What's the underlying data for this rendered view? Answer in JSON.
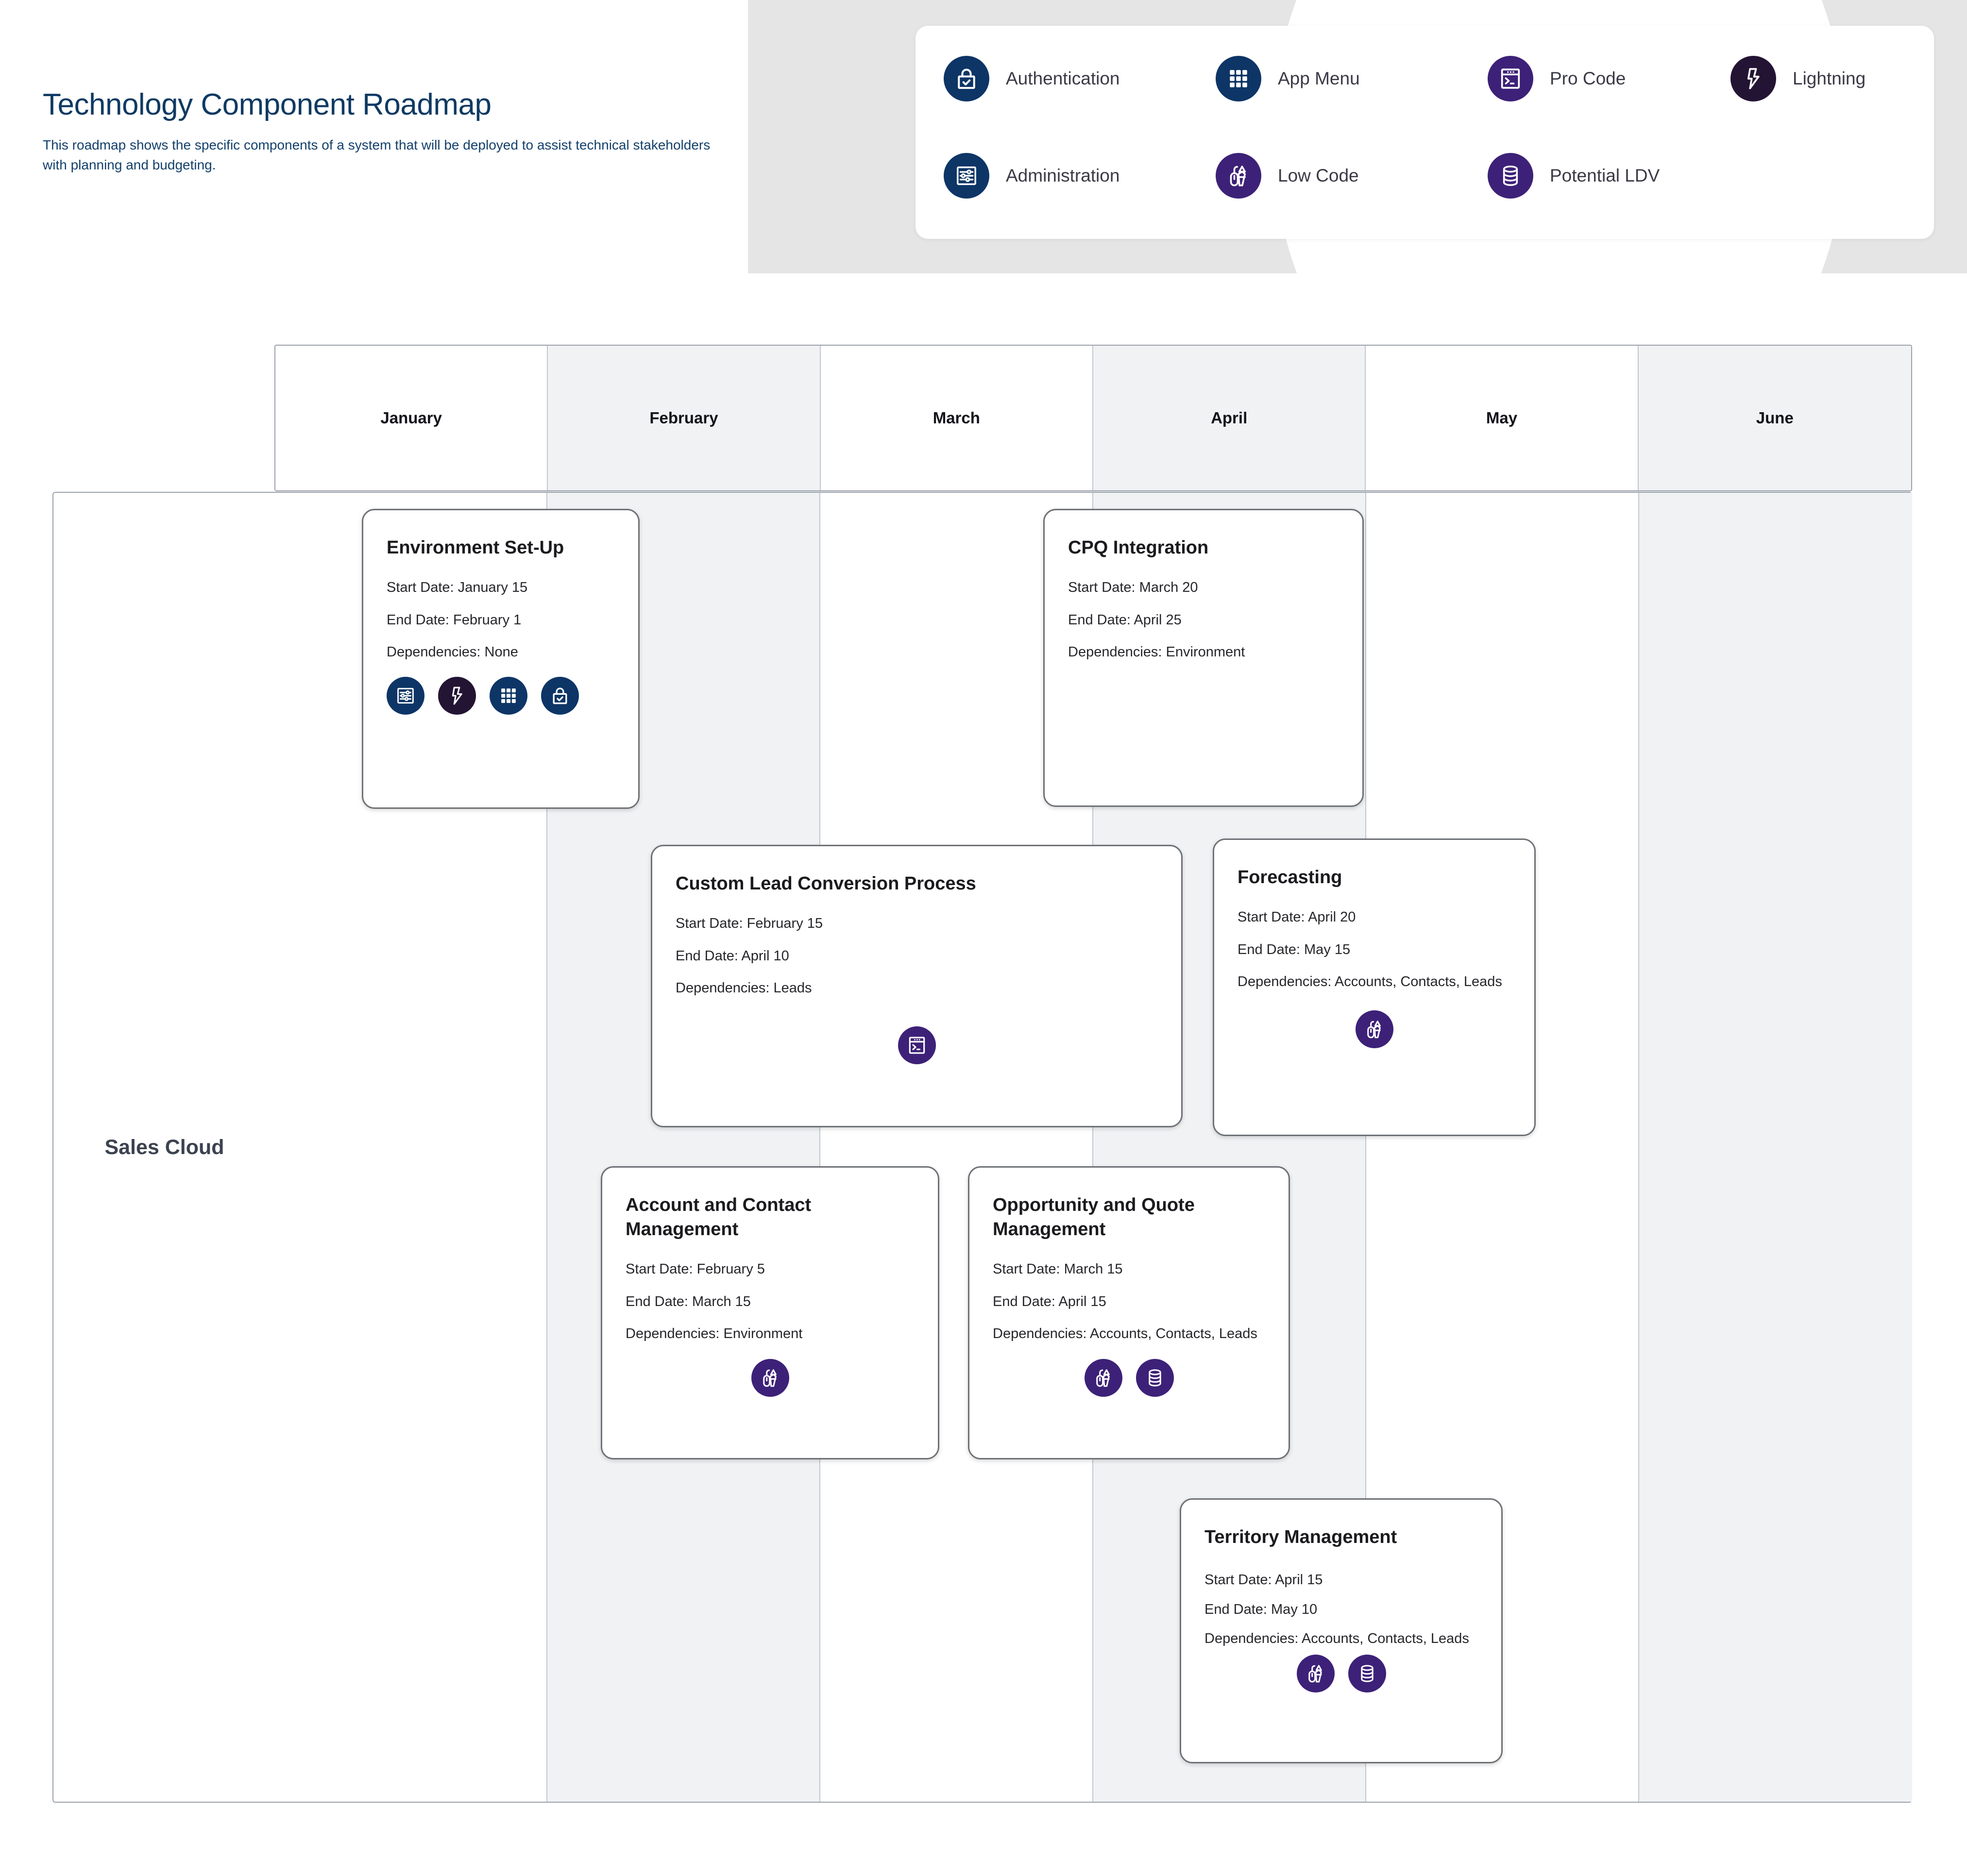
{
  "header": {
    "title": "Technology Component Roadmap",
    "subtitle": "This  roadmap shows the specific components of a system that will be deployed to assist technical stakeholders with planning and budgeting."
  },
  "legend": {
    "items": [
      {
        "label": "Authentication",
        "icon": "lock-check-icon",
        "color": "#0d3566"
      },
      {
        "label": "App Menu",
        "icon": "app-grid-icon",
        "color": "#0d3566"
      },
      {
        "label": "Pro Code",
        "icon": "terminal-icon",
        "color": "#3d2178"
      },
      {
        "label": "Lightning",
        "icon": "lightning-bolt-icon",
        "color": "#241434"
      },
      {
        "label": "Administration",
        "icon": "settings-sliders-icon",
        "color": "#0d3566"
      },
      {
        "label": "Low Code",
        "icon": "mouse-pencil-icon",
        "color": "#3d2178"
      },
      {
        "label": "Potential LDV",
        "icon": "database-icon",
        "color": "#3d2178"
      }
    ]
  },
  "timeline": {
    "months": [
      "January",
      "February",
      "March",
      "April",
      "May",
      "June"
    ],
    "rows": [
      {
        "label": "Sales Cloud"
      }
    ]
  },
  "tasks": [
    {
      "title": "Environment Set-Up",
      "start_date": "Start Date: January 15",
      "end_date": "End Date:  February 1",
      "dependencies": "Dependencies: None",
      "icons": [
        "settings-sliders-icon",
        "lightning-bolt-icon",
        "app-grid-icon",
        "lock-check-icon"
      ]
    },
    {
      "title": "CPQ Integration",
      "start_date": "Start Date: March 20",
      "end_date": "End Date: April 25",
      "dependencies": "Dependencies: Environment",
      "icons": []
    },
    {
      "title": "Custom Lead Conversion Process",
      "start_date": "Start Date: February 15",
      "end_date": "End Date:  April 10",
      "dependencies": "Dependencies: Leads",
      "icons": [
        "terminal-icon"
      ]
    },
    {
      "title": "Forecasting",
      "start_date": "Start Date: April 20",
      "end_date": "End Date: May 15",
      "dependencies": "Dependencies: Accounts, Contacts, Leads",
      "icons": [
        "mouse-pencil-icon"
      ]
    },
    {
      "title": "Account and Contact Management",
      "start_date": "Start Date: February 5",
      "end_date": "End Date: March 15",
      "dependencies": "Dependencies:  Environment",
      "icons": [
        "mouse-pencil-icon"
      ]
    },
    {
      "title": "Opportunity and Quote Management",
      "start_date": "Start Date: March 15",
      "end_date": "End Date: April 15",
      "dependencies": "Dependencies: Accounts, Contacts, Leads",
      "icons": [
        "mouse-pencil-icon",
        "database-icon"
      ]
    },
    {
      "title": "Territory Management",
      "start_date": "Start Date: April 15",
      "end_date": "End Date: May 10",
      "dependencies": "Dependencies: Accounts, Contacts, Leads",
      "icons": [
        "mouse-pencil-icon",
        "database-icon"
      ]
    }
  ],
  "colors": {
    "navy": "#0d3566",
    "purple": "#3d2178",
    "dark_purple": "#241434",
    "title_blue": "#0f3a63",
    "header_band": "#e5e5e5",
    "grid_line": "#9aa0ab",
    "alt_column": "#f0f2f4"
  }
}
